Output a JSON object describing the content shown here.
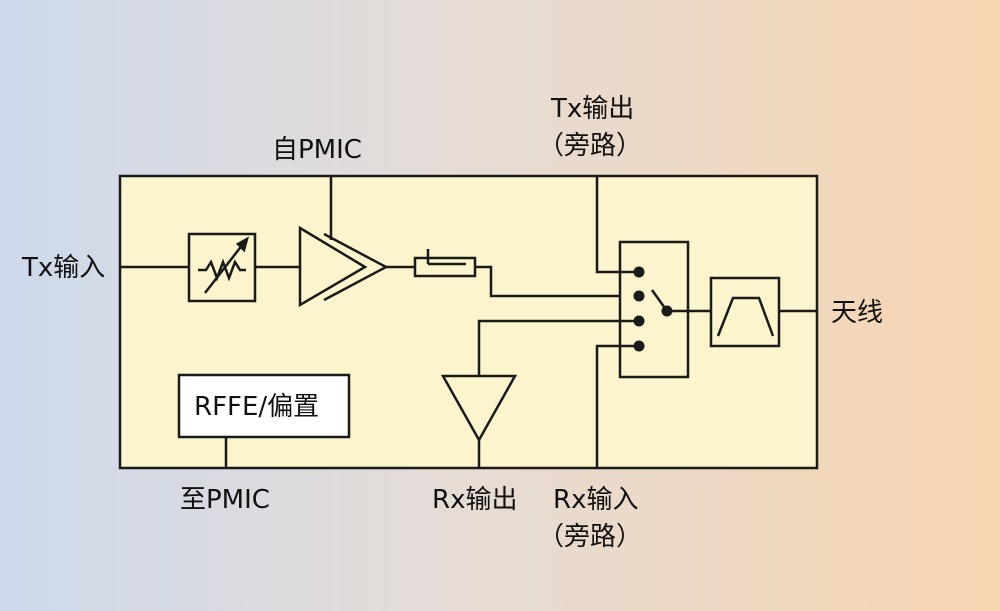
{
  "diagram": {
    "tx_in": "Tx输入",
    "from_pmic": "自PMIC",
    "tx_out_line1": "Tx输出",
    "tx_out_line2": "（旁路）",
    "antenna": "天线",
    "rffe_block": "RFFE/偏置",
    "to_pmic": "至PMIC",
    "rx_out": "Rx输出",
    "rx_in_line1": "Rx输入",
    "rx_in_line2": "（旁路）",
    "colors": {
      "module_fill": "#fbf4cc",
      "stroke": "#1a1a1a"
    }
  }
}
